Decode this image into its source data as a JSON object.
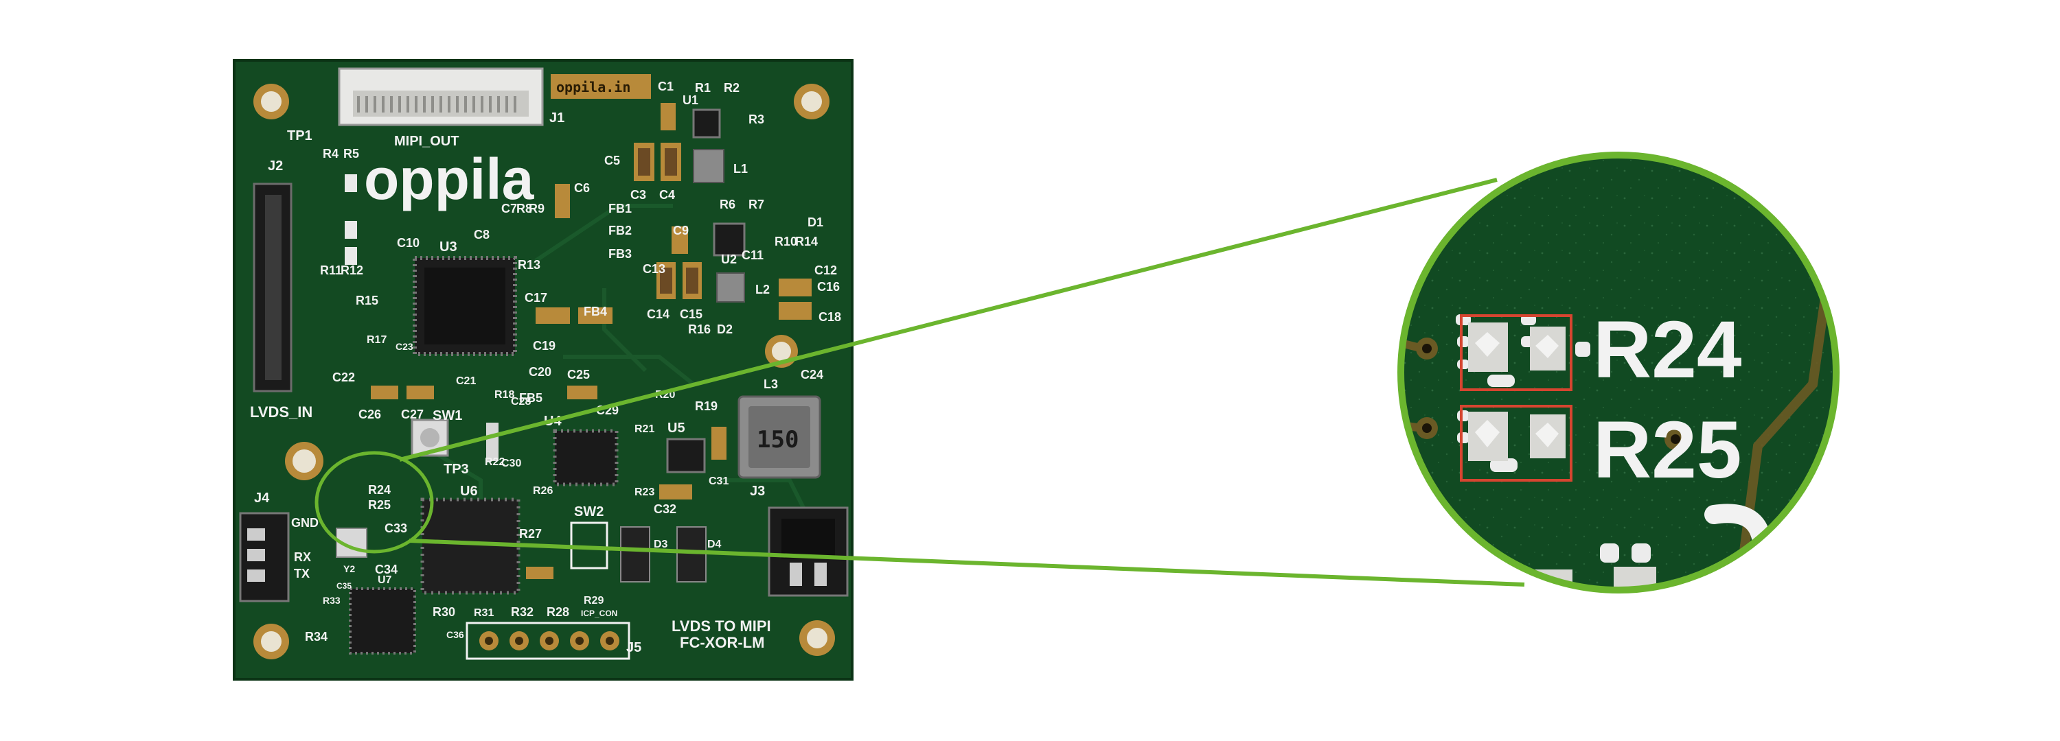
{
  "colors": {
    "pcb_green": "#134a22",
    "pcb_green_dark": "#0d3a1a",
    "silkscreen": "#f2f2f2",
    "pad_gold": "#b88a3a",
    "callout_green": "#6bb52e",
    "highlight_red": "#d64530",
    "background": "#ffffff"
  },
  "board": {
    "brand_logo": "oppila",
    "brand_tag": "oppila.in",
    "title_line1": "LVDS TO MIPI",
    "title_line2": "FC-XOR-LM",
    "connector_mipi": "MIPI_OUT",
    "connector_lvds": "LVDS_IN",
    "inductor_marking": "150",
    "labels": [
      "J1",
      "J2",
      "J3",
      "J4",
      "J5",
      "TP1",
      "TP3",
      "SW1",
      "SW2",
      "U1",
      "U2",
      "U3",
      "U4",
      "U5",
      "U6",
      "U7",
      "R1",
      "R2",
      "R3",
      "R4",
      "R5",
      "R6",
      "R7",
      "R8",
      "R9",
      "R10",
      "R11",
      "R12",
      "R13",
      "R14",
      "R15",
      "R16",
      "R17",
      "R18",
      "R19",
      "R20",
      "R21",
      "R22",
      "R23",
      "R24",
      "R25",
      "R26",
      "R27",
      "R28",
      "R29",
      "R30",
      "R31",
      "R32",
      "R33",
      "R34",
      "C1",
      "C3",
      "C4",
      "C5",
      "C6",
      "C7",
      "C8",
      "C9",
      "C10",
      "C11",
      "C12",
      "C13",
      "C14",
      "C15",
      "C16",
      "C17",
      "C18",
      "C19",
      "C20",
      "C21",
      "C22",
      "C23",
      "C24",
      "C25",
      "C26",
      "C27",
      "C28",
      "C29",
      "C30",
      "C31",
      "C32",
      "C33",
      "C34",
      "C35",
      "C36",
      "L1",
      "L2",
      "L3",
      "D1",
      "D2",
      "D3",
      "D4",
      "FB1",
      "FB2",
      "FB3",
      "FB4",
      "FB5",
      "Y2",
      "GND",
      "RX",
      "TX",
      "ICP_CON"
    ]
  },
  "zoom": {
    "label_top": "R24",
    "label_bottom": "R25"
  }
}
